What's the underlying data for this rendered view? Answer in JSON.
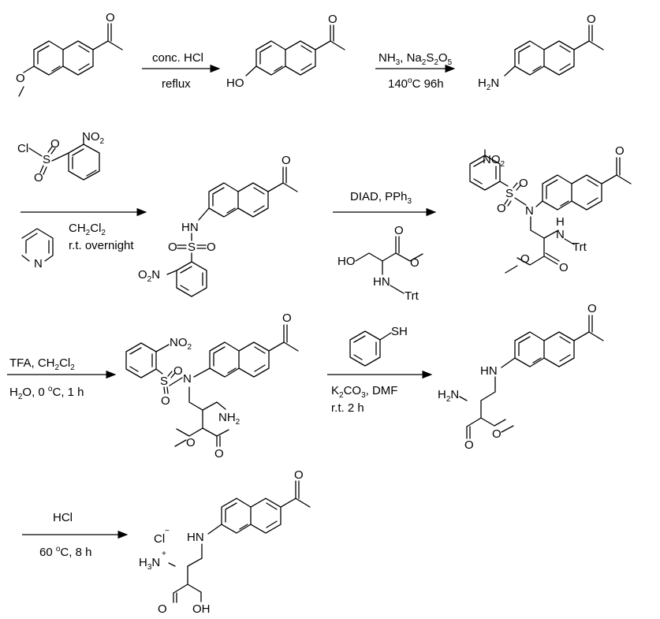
{
  "reagents": {
    "step1": {
      "above": "conc. HCl",
      "below": "reflux"
    },
    "step2": {
      "above": "NH3, Na2S2O5",
      "below": "140oC 96h"
    },
    "step3": {
      "above_reagent_labels": [
        "Cl",
        "S",
        "O",
        "O",
        "NO2"
      ],
      "below_solvent": "CH2Cl2",
      "below_condition": "r.t. overnight",
      "base_label": "N"
    },
    "step4": {
      "above": "DIAD, PPh3",
      "below_reagent_labels": [
        "HO",
        "O",
        "O",
        "HN",
        "Trt"
      ]
    },
    "step5": {
      "above": "TFA, CH2Cl2",
      "below": "H2O, 0 oC, 1 h"
    },
    "step6": {
      "above_reagent_label": "SH",
      "below_base": "K2CO3, DMF",
      "below_condition": "r.t. 2 h"
    },
    "step7": {
      "above": "HCl",
      "below": "60 oC, 8 h"
    }
  },
  "structure_labels": {
    "sm_methoxy": "O",
    "sm_ketone": "O",
    "p1_hydroxy": "HO",
    "p1_ketone": "O",
    "p2_amine": "H2N",
    "p2_ketone": "O",
    "p3_nh": "HN",
    "p3_sulfonyl": [
      "O",
      "S",
      "O"
    ],
    "p3_nitro": "O2N",
    "p3_ketone": "O",
    "p4_nitro": "NO2",
    "p4_sulfonyl": [
      "S",
      "O",
      "O"
    ],
    "p4_n": "N",
    "p4_nh": "H",
    "p4_nh_n": "N",
    "p4_trt": "Trt",
    "p4_ester": [
      "O",
      "O"
    ],
    "p4_ketone": "O",
    "p5_nitro": "NO2",
    "p5_sulfonyl": [
      "S",
      "O",
      "O"
    ],
    "p5_n": "N",
    "p5_amine": "NH2",
    "p5_ester": [
      "O",
      "O"
    ],
    "p5_ketone": "O",
    "p6_hn": "HN",
    "p6_amine": "H2N",
    "p6_ester": [
      "O",
      "O"
    ],
    "p6_ketone": "O",
    "p7_counterion": "Cl",
    "p7_charge_minus": "−",
    "p7_ammonium": "H3N",
    "p7_charge_plus": "+",
    "p7_hn": "HN",
    "p7_acid": [
      "O",
      "OH"
    ],
    "p7_ketone": "O"
  }
}
